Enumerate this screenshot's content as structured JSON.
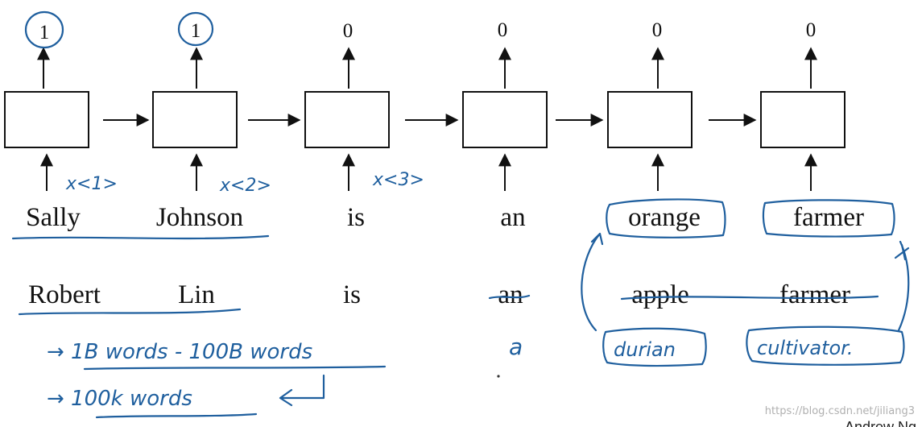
{
  "outputs": [
    "1",
    "1",
    "0",
    "0",
    "0",
    "0"
  ],
  "inputs": [
    "x<1>",
    "x<2>",
    "x<3>"
  ],
  "sentence1": [
    "Sally",
    "Johnson",
    "is",
    "an",
    "orange",
    "farmer"
  ],
  "sentence2": [
    "Robert",
    "Lin",
    "is",
    "an",
    "apple",
    "farmer"
  ],
  "substitutions": {
    "article": "a",
    "fruit": "durian",
    "occupation": "cultivator."
  },
  "notes": {
    "corpus": "→ 1B words - 100B words",
    "vocab": "→ 100k words"
  },
  "watermark": "https://blog.csdn.net/jiliang3",
  "author": "Andrew Ng",
  "colors": {
    "ink": "#1f5f9e",
    "text": "#111111"
  }
}
